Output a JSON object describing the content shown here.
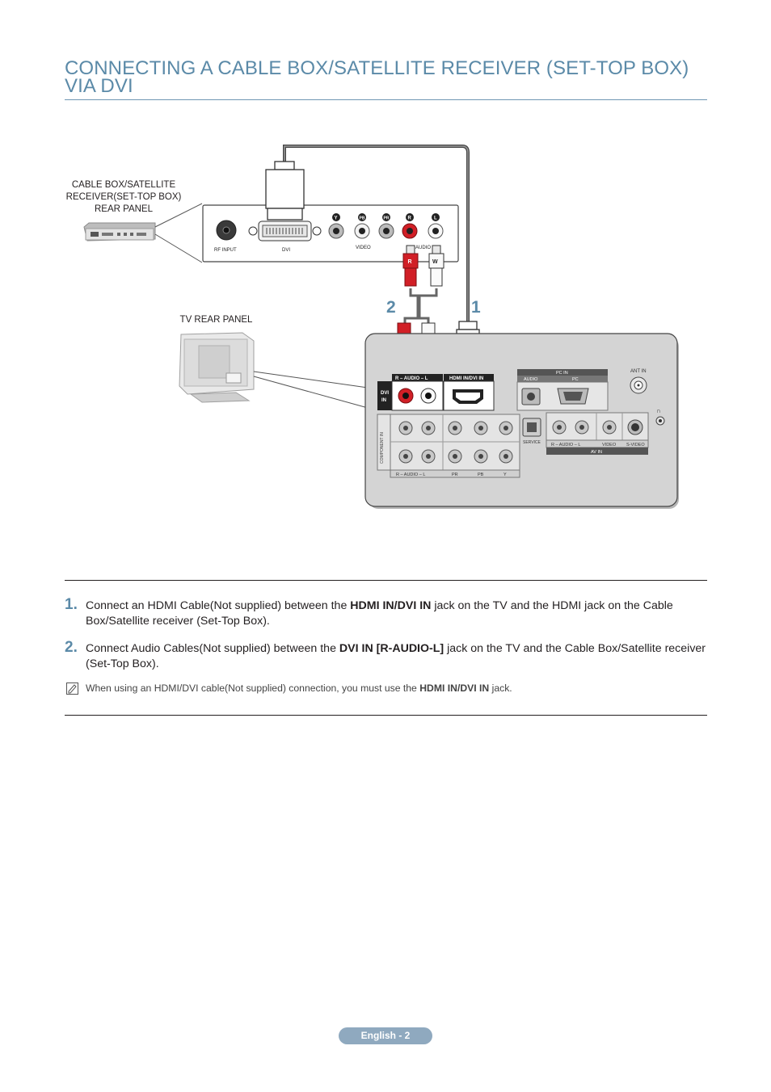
{
  "page": {
    "title": "CONNECTING A CABLE BOX/SATELLITE RECEIVER (SET-TOP BOX) VIA DVI",
    "footer": "English - 2"
  },
  "diagram": {
    "cable_box_label": [
      "CABLE BOX/SATELLITE",
      "RECEIVER(SET-TOP BOX)",
      "REAR PANEL"
    ],
    "tv_label": "TV REAR PANEL",
    "box_ports": {
      "rf_input": "RF INPUT",
      "dvi": "DVI",
      "video": "VIDEO",
      "audio": "AUDIO",
      "y": "Y",
      "pb": "PB",
      "pr": "PR",
      "r": "R",
      "l": "L"
    },
    "cable_letters": {
      "red": "R",
      "white": "W"
    },
    "step_markers": {
      "one": "1",
      "two": "2"
    },
    "tv_ports": {
      "dvi_in": [
        "DVI",
        "IN"
      ],
      "audio_header": "R – AUDIO – L",
      "hdmi_header": "HDMI IN/DVI IN",
      "pc_in": "PC IN",
      "audio": "AUDIO",
      "pc": "PC",
      "ant_in": "ANT IN",
      "component_in": "COMPONENT IN",
      "service": "SERVICE",
      "av_audio": "R – AUDIO – L",
      "video": "VIDEO",
      "s_video": "S-VIDEO",
      "av_in": "AV IN",
      "bottom_audio": "R – AUDIO – L",
      "pr": "PR",
      "pb": "PB",
      "y": "Y"
    }
  },
  "steps": [
    {
      "number": "1.",
      "pre": "Connect an HDMI Cable(Not supplied) between the ",
      "bold": "HDMI IN/DVI IN",
      "post": " jack on the TV and the HDMI jack on the Cable Box/Satellite receiver (Set-Top Box)."
    },
    {
      "number": "2.",
      "pre": "Connect Audio Cables(Not supplied) between the ",
      "bold": "DVI IN [R-AUDIO-L]",
      "post": " jack on the TV and the Cable Box/Satellite receiver (Set-Top Box)."
    }
  ],
  "note": {
    "icon": "note-icon",
    "pre": "When using an HDMI/DVI cable(Not supplied) connection, you must use the ",
    "bold": "HDMI IN/DVI IN",
    "post": " jack."
  },
  "colors": {
    "accent": "#5b8aa8",
    "footer_bg": "#8fa9bf",
    "red_plug": "#d11f26",
    "panel_gray": "#d4d4d4"
  }
}
